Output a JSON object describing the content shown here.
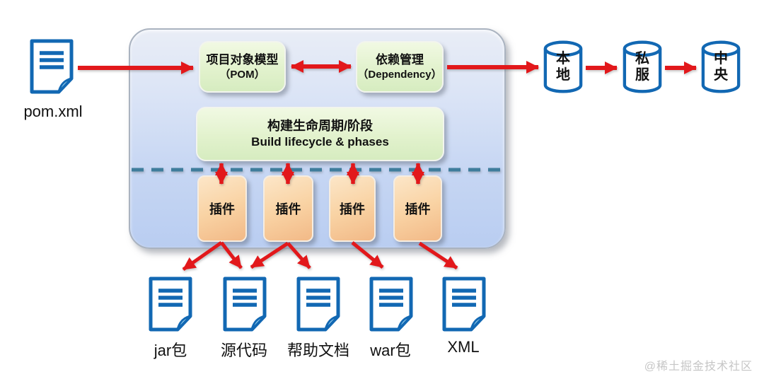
{
  "diagram": {
    "source": {
      "label": "pom.xml"
    },
    "pom_box": {
      "line1": "项目对象模型",
      "line2": "（POM）"
    },
    "dependency_box": {
      "line1": "依赖管理",
      "line2": "（Dependency）"
    },
    "lifecycle_box": {
      "line1": "构建生命周期/阶段",
      "line2": "Build lifecycle & phases"
    },
    "plugins": [
      {
        "label": "插件"
      },
      {
        "label": "插件"
      },
      {
        "label": "插件"
      },
      {
        "label": "插件"
      }
    ],
    "repositories": [
      {
        "label": "本地"
      },
      {
        "label": "私服"
      },
      {
        "label": "中央"
      }
    ],
    "outputs": [
      {
        "label": "jar包"
      },
      {
        "label": "源代码"
      },
      {
        "label": "帮助文档"
      },
      {
        "label": "war包"
      },
      {
        "label": "XML"
      }
    ],
    "watermark": "@稀土掘金技术社区",
    "colors": {
      "arrow_red": "#e2181b",
      "icon_blue": "#1268b3",
      "dashed_line": "#3f7d9c",
      "container_blue": "#bfd2f2",
      "box_green": "#e2f2cd",
      "box_orange": "#f9d3a4"
    }
  }
}
